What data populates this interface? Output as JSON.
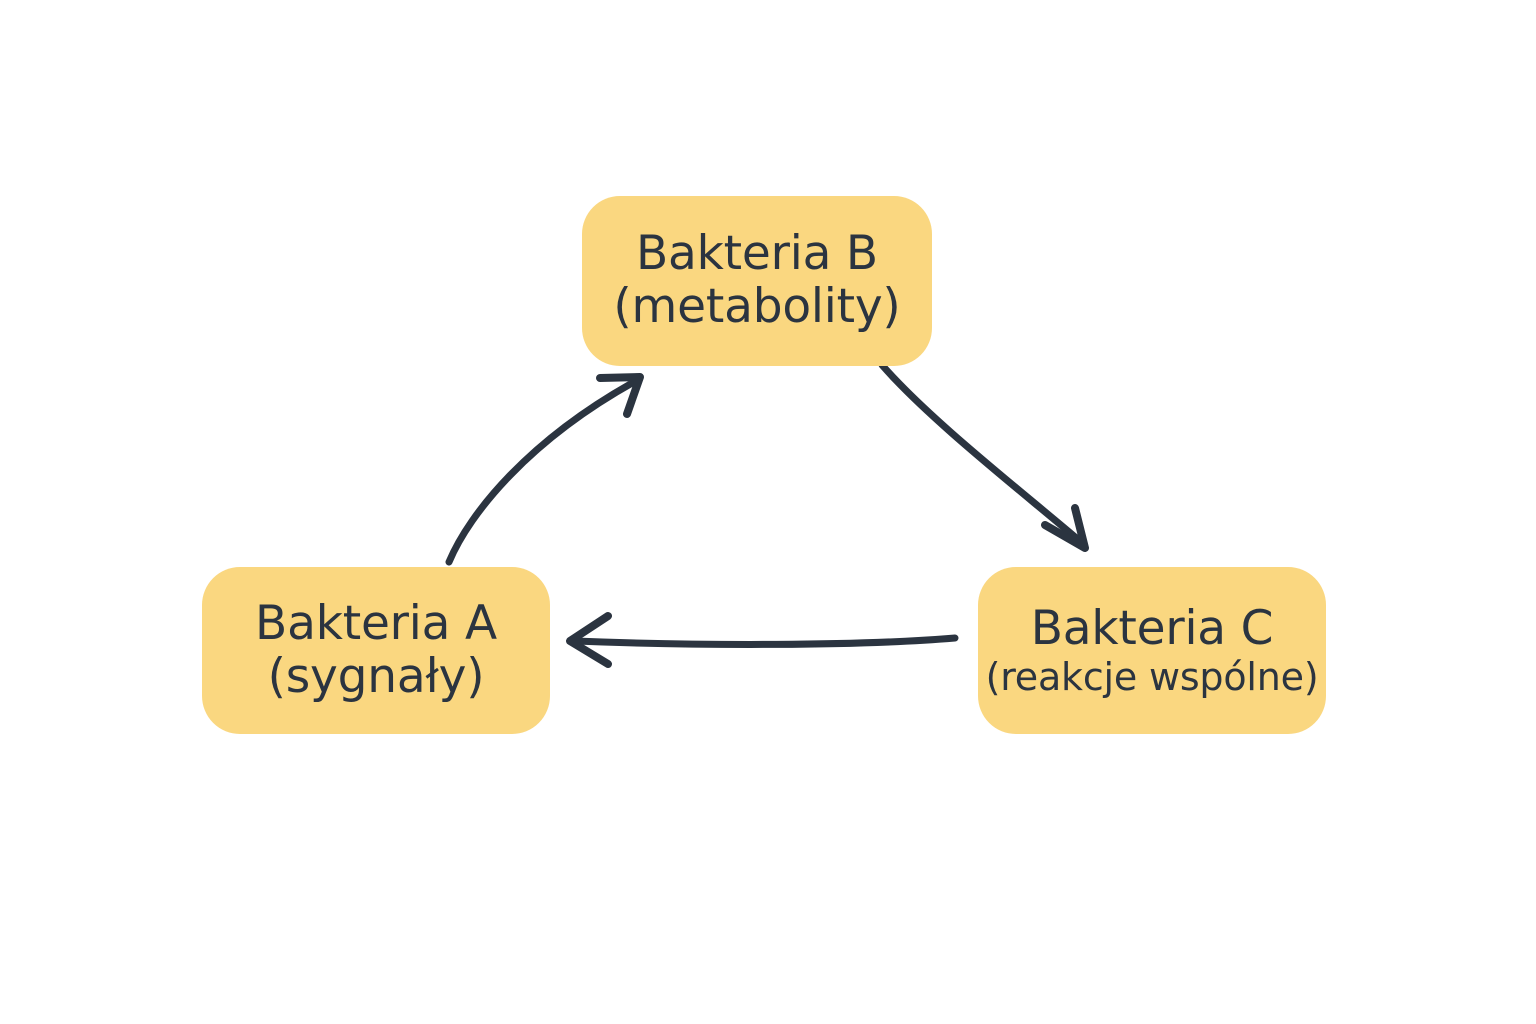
{
  "diagram": {
    "title": "",
    "background_color": "#ffffff",
    "node_fill_color": "#FAD780",
    "text_color": "#2B3440",
    "edge_color": "#2B3440",
    "nodes": [
      {
        "id": "b",
        "line1": "Bakteria B",
        "line2": "(metabolity)"
      },
      {
        "id": "a",
        "line1": "Bakteria A",
        "line2": "(sygnały)"
      },
      {
        "id": "c",
        "line1": "Bakteria C",
        "line2": "(reakcje wspólne)"
      }
    ],
    "edges": [
      {
        "id": "a-to-b",
        "from": "Bakteria A (sygnały)",
        "to": "Bakteria B (metabolity)",
        "direction": "up-right",
        "arrowhead": "end"
      },
      {
        "id": "b-to-c",
        "from": "Bakteria B (metabolity)",
        "to": "Bakteria C (reakcje wspólne)",
        "direction": "down-right",
        "arrowhead": "end"
      },
      {
        "id": "c-to-a",
        "from": "Bakteria C (reakcje wspólne)",
        "to": "Bakteria A (sygnały)",
        "direction": "left",
        "arrowhead": "end"
      }
    ]
  }
}
